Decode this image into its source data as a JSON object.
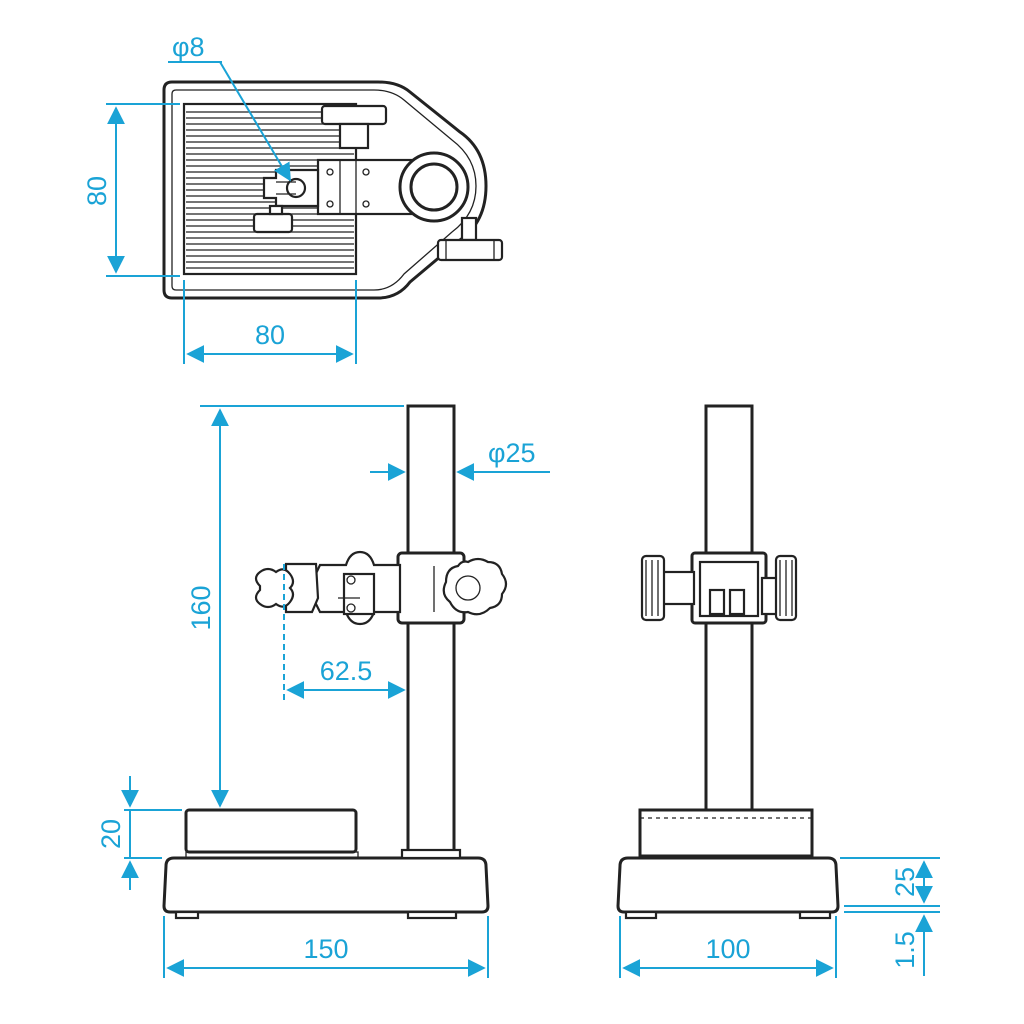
{
  "drawing": {
    "dimensions": {
      "top_view_depth": "80",
      "top_view_width": "80",
      "top_view_hole": "φ8",
      "column_diameter": "φ25",
      "column_height": "160",
      "arm_reach": "62.5",
      "anvil_thickness": "20",
      "base_length": "150",
      "base_width": "100",
      "base_height": "25",
      "base_foot": "1.5"
    },
    "colors": {
      "dimension": "#1aa3d6",
      "outline": "#222222"
    }
  }
}
